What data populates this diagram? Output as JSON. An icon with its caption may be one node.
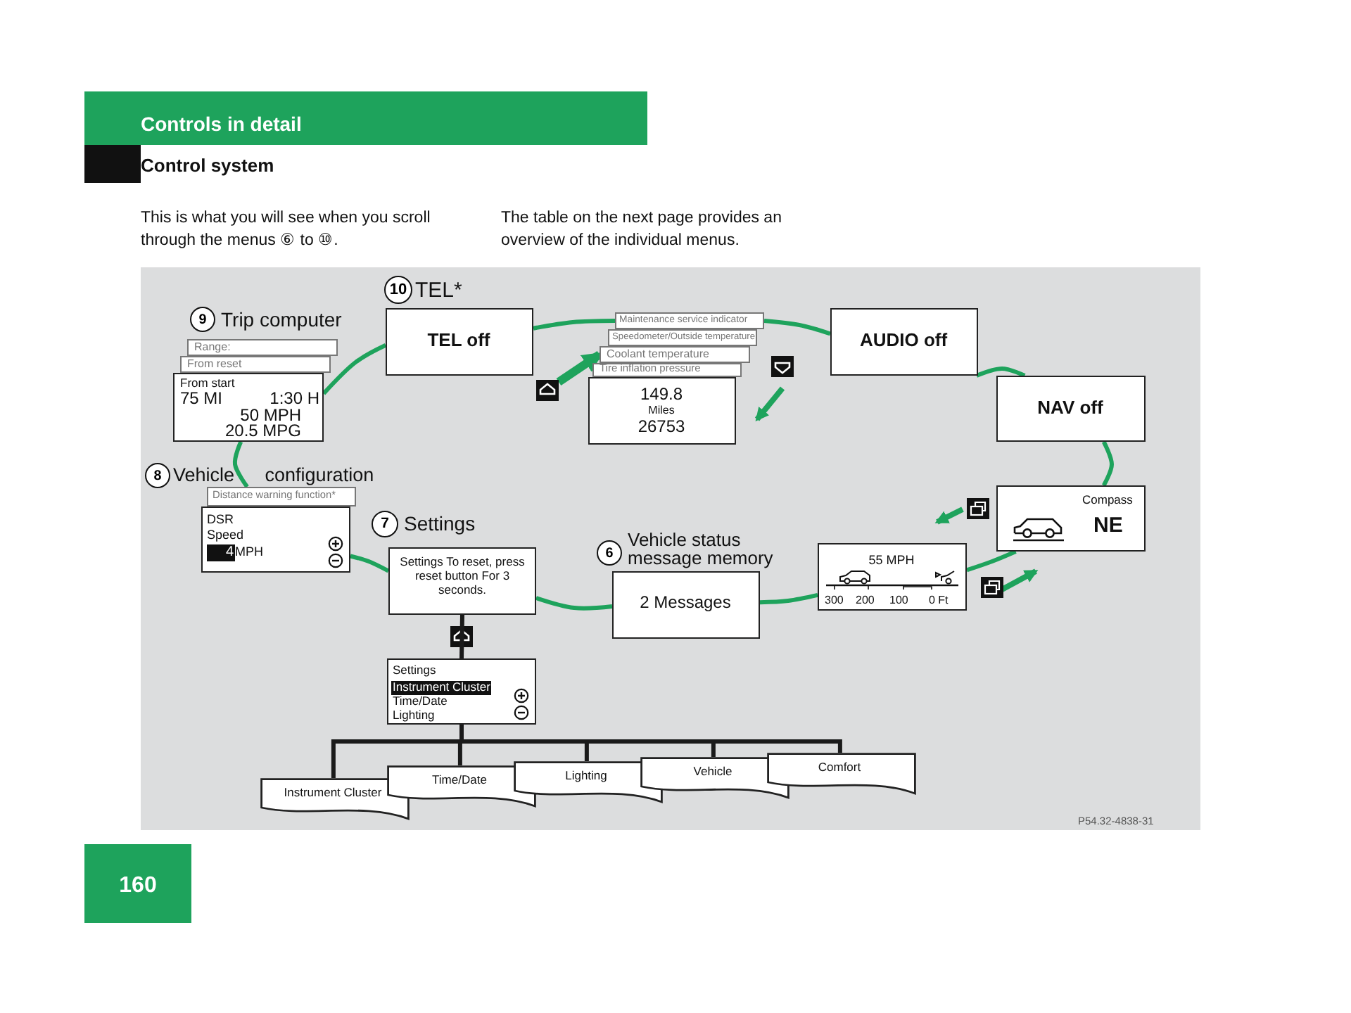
{
  "diagram": {
    "title": "Controls in detail",
    "nodes": [
      {
        "text": [
          "TEL off"
        ],
        "beside": [
          "TEL*"
        ]
      },
      {
        "text": [
          "Range:"
        ],
        "beside": [
          "Trip computer"
        ]
      },
      {
        "text": [
          "From reset"
        ]
      },
      {
        "text": [
          "From start",
          "75 MI",
          "1:30 H",
          "50 MPH",
          "20.5 MPG"
        ]
      },
      {
        "text": [
          "Maintenance service indicator"
        ]
      },
      {
        "text": [
          "Speedometer/Outside temperature"
        ]
      },
      {
        "text": [
          "Coolant temperature"
        ]
      },
      {
        "text": [
          "Tire inflation pressure"
        ]
      },
      {
        "text": [
          "149.8",
          "Miles",
          "26753"
        ]
      },
      {
        "text": [
          "AUDIO off"
        ]
      },
      {
        "text": [
          "NAV off"
        ]
      },
      {
        "text": [
          "Distance warning function*"
        ],
        "beside": [
          "Vehicle configuration"
        ]
      },
      {
        "text": [
          "DSR",
          "Speed",
          "4",
          "MPH"
        ]
      },
      {
        "text": [
          "Settings To reset, press reset button For 3 seconds."
        ],
        "beside": [
          "Settings"
        ]
      },
      {
        "text": [
          "2 Messages"
        ],
        "beside": [
          "Vehicle status message memory"
        ]
      },
      {
        "text": [
          "55 MPH",
          "300",
          "200",
          "100",
          "0 Ft"
        ]
      },
      {
        "text": [
          "Compass",
          "NE"
        ]
      },
      {
        "text": [
          "Settings",
          "Instrument Cluster",
          "Time/Date",
          "Lighting"
        ]
      },
      {
        "text": [
          "Instrument Cluster"
        ]
      },
      {
        "text": [
          "Time/Date"
        ]
      },
      {
        "text": [
          "Lighting"
        ]
      },
      {
        "text": [
          "Vehicle"
        ]
      },
      {
        "text": [
          "Comfort"
        ]
      },
      {
        "text": [],
        "shape": "picture"
      }
    ],
    "edges": [
      {
        "from": 3,
        "to": 0,
        "arrow": "none"
      },
      {
        "from": 0,
        "to": 4,
        "arrow": "none"
      },
      {
        "from": 4,
        "to": 9,
        "arrow": "none"
      },
      {
        "from": 9,
        "to": 10,
        "arrow": "none"
      },
      {
        "from": 10,
        "to": 16,
        "arrow": "none"
      },
      {
        "from": 16,
        "to": 15,
        "arrow": "none"
      },
      {
        "from": 15,
        "to": 14,
        "arrow": "none"
      },
      {
        "from": 14,
        "to": 13,
        "arrow": "none"
      },
      {
        "from": 13,
        "to": 12,
        "arrow": "none"
      },
      {
        "from": 11,
        "to": 3,
        "arrow": "none"
      },
      {
        "from": 13,
        "to": 17,
        "arrow": "none",
        "color": "#1a1a1a"
      },
      {
        "from": 17,
        "to": 18,
        "arrow": "none",
        "color": "#1a1a1a"
      },
      {
        "from": 17,
        "to": 19,
        "arrow": "none",
        "color": "#1a1a1a"
      },
      {
        "from": 17,
        "to": 20,
        "arrow": "none",
        "color": "#1a1a1a"
      },
      {
        "from": 17,
        "to": 21,
        "arrow": "none",
        "color": "#1a1a1a"
      },
      {
        "from": 17,
        "to": 22,
        "arrow": "none",
        "color": "#1a1a1a"
      },
      {
        "from": 23,
        "to": 6,
        "arrow": "to",
        "style": "thick"
      }
    ],
    "labels": [
      "Control system",
      "This is what you will see when you scroll through the menus ⑥ to ⑩.",
      "The table on the next page provides an overview of the individual menus.",
      "10",
      "9",
      "8",
      "7",
      "6",
      "P54.32-4838-31",
      "160"
    ]
  }
}
